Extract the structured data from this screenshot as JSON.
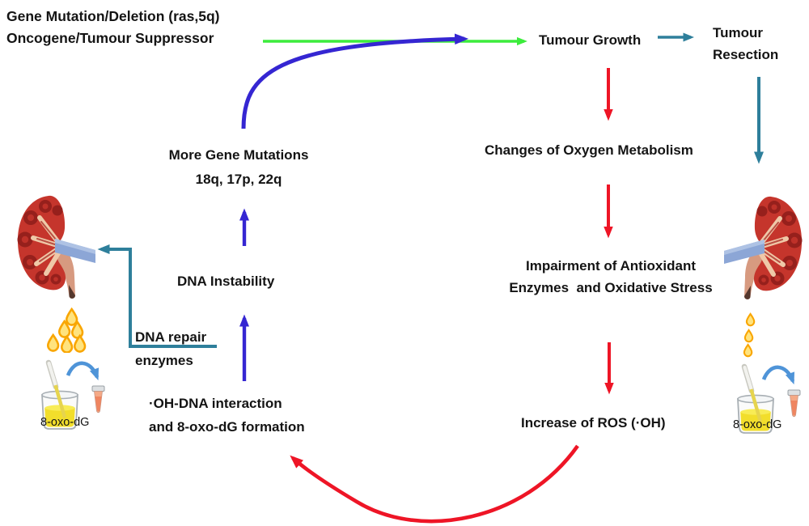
{
  "labels": {
    "gene_mutation_line1": "Gene Mutation/Deletion (ras,5q)",
    "gene_mutation_line2": "Oncogene/Tumour Suppressor",
    "tumour_growth": "Tumour Growth",
    "tumour_resection_line1": "Tumour",
    "tumour_resection_line2": "Resection",
    "oxygen_metabolism": "Changes of Oxygen Metabolism",
    "impairment_line1": "Impairment of Antioxidant",
    "impairment_line2": "Enzymes  and Oxidative Stress",
    "ros_increase": "Increase of ROS (·OH)",
    "oh_dna_line1": "·OH-DNA interaction",
    "oh_dna_line2": "and 8-oxo-dG formation",
    "dna_instability": "DNA Instability",
    "more_mutations_line1": "More Gene Mutations",
    "more_mutations_line2": "18q, 17p, 22q",
    "dna_repair_line1": "DNA repair",
    "dna_repair_line2": "enzymes",
    "oxo_dg_left": "8-oxo-dG",
    "oxo_dg_right": "8-oxo-dG"
  },
  "icons": {
    "kidney_left": "kidney-icon",
    "kidney_right": "kidney-icon-mirrored",
    "urine_drops_left": "urine-drops-icon",
    "urine_drops_right": "urine-drops-icon",
    "urine_test_left": "urine-beaker-pipette-icon",
    "urine_test_right": "urine-beaker-pipette-icon"
  },
  "colors": {
    "arrow_green": "#3CEC3C",
    "arrow_blue": "#3526D2",
    "arrow_red": "#EE1526",
    "arrow_teal": "#2E7F9B",
    "transfer_arrow_blue": "#4F94D8",
    "urine_yellow": "#F2DE2B",
    "drop_gold": "#F9A602",
    "kidney_red": "#C5352C",
    "text": "#141414"
  }
}
